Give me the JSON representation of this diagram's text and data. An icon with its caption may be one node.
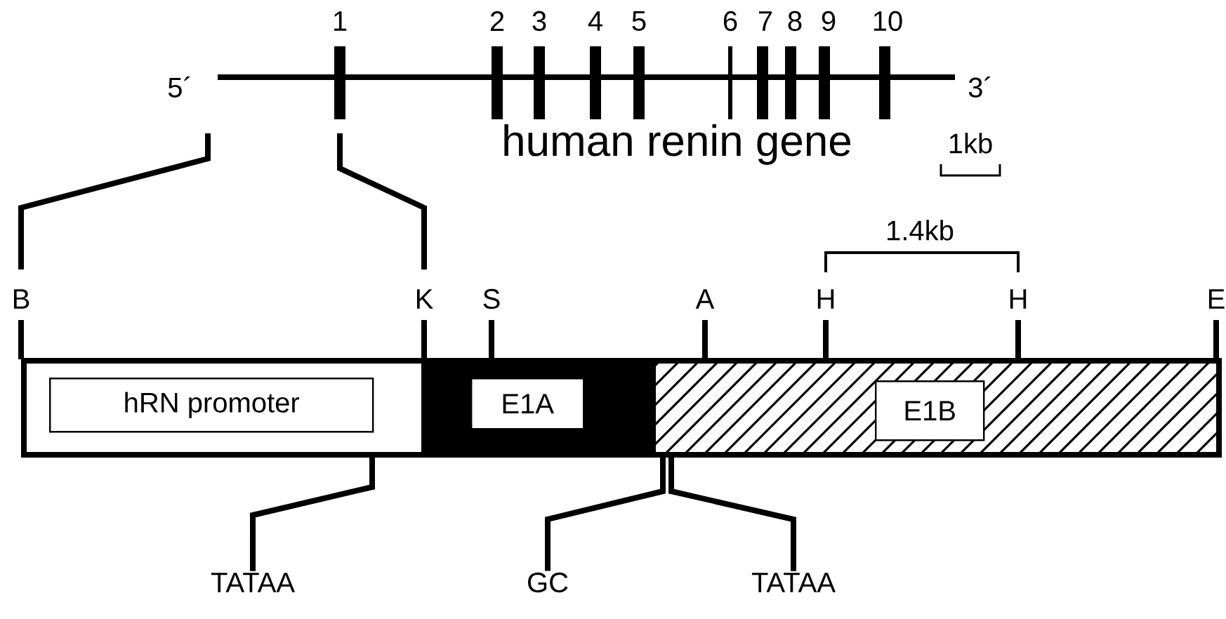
{
  "diagram": {
    "nodes": [
      {
        "text": [
          "hRN promoter"
        ]
      },
      {
        "text": [
          "E1A"
        ]
      },
      {
        "text": [
          "E1B"
        ]
      },
      {
        "text": [
          "TATAA"
        ]
      },
      {
        "text": [
          "GC"
        ]
      },
      {
        "text": [
          "TATAA"
        ]
      }
    ],
    "edges": [
      {
        "from": 3,
        "to": 0,
        "arrow": "none"
      },
      {
        "from": 4,
        "to": 2,
        "arrow": "none"
      },
      {
        "from": 5,
        "to": 2,
        "arrow": "none"
      }
    ],
    "labels": [
      "1",
      "2",
      "3",
      "4",
      "5",
      "6",
      "7",
      "8",
      "9",
      "10",
      "5´",
      "3´",
      "human renin gene",
      "1kb",
      "1.4kb",
      "B",
      "K",
      "S",
      "A",
      "H",
      "H",
      "E"
    ]
  }
}
